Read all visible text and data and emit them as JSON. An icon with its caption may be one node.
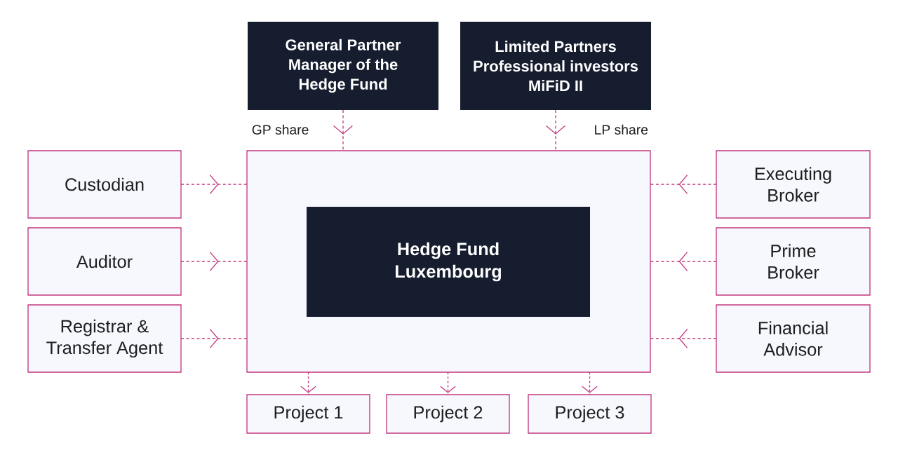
{
  "diagram": {
    "nodes": [
      {
        "text": [
          "General Partner Manager of the Hedge Fund"
        ]
      },
      {
        "text": [
          "Limited Partners Professional investors MiFiD II"
        ]
      },
      {
        "text": [],
        "shape": "box"
      },
      {
        "text": [
          "Hedge Fund Luxembourg"
        ],
        "in": 2
      },
      {
        "text": [
          "Custodian"
        ]
      },
      {
        "text": [
          "Auditor"
        ]
      },
      {
        "text": [
          "Registrar & Transfer Agent"
        ]
      },
      {
        "text": [
          "Executing Broker"
        ]
      },
      {
        "text": [
          "Prime Broker"
        ]
      },
      {
        "text": [
          "Financial Advisor"
        ]
      },
      {
        "text": [
          "Project 1"
        ]
      },
      {
        "text": [
          "Project 2"
        ]
      },
      {
        "text": [
          "Project 3"
        ]
      }
    ],
    "edges": [
      {
        "from": 0,
        "to": 2,
        "arrow": "to",
        "label": "GP share",
        "style": "dashed"
      },
      {
        "from": 1,
        "to": 2,
        "arrow": "to",
        "label": "LP share",
        "style": "dashed"
      },
      {
        "from": 4,
        "to": 2,
        "arrow": "to",
        "style": "dashed"
      },
      {
        "from": 5,
        "to": 2,
        "arrow": "to",
        "style": "dashed"
      },
      {
        "from": 6,
        "to": 2,
        "arrow": "to",
        "style": "dashed"
      },
      {
        "from": 7,
        "to": 2,
        "arrow": "to",
        "style": "dashed"
      },
      {
        "from": 8,
        "to": 2,
        "arrow": "to",
        "style": "dashed"
      },
      {
        "from": 9,
        "to": 2,
        "arrow": "to",
        "style": "dashed"
      },
      {
        "from": 2,
        "to": 10,
        "arrow": "to",
        "style": "dashed"
      },
      {
        "from": 2,
        "to": 11,
        "arrow": "to",
        "style": "dashed"
      },
      {
        "from": 2,
        "to": 12,
        "arrow": "to",
        "style": "dashed"
      }
    ]
  }
}
